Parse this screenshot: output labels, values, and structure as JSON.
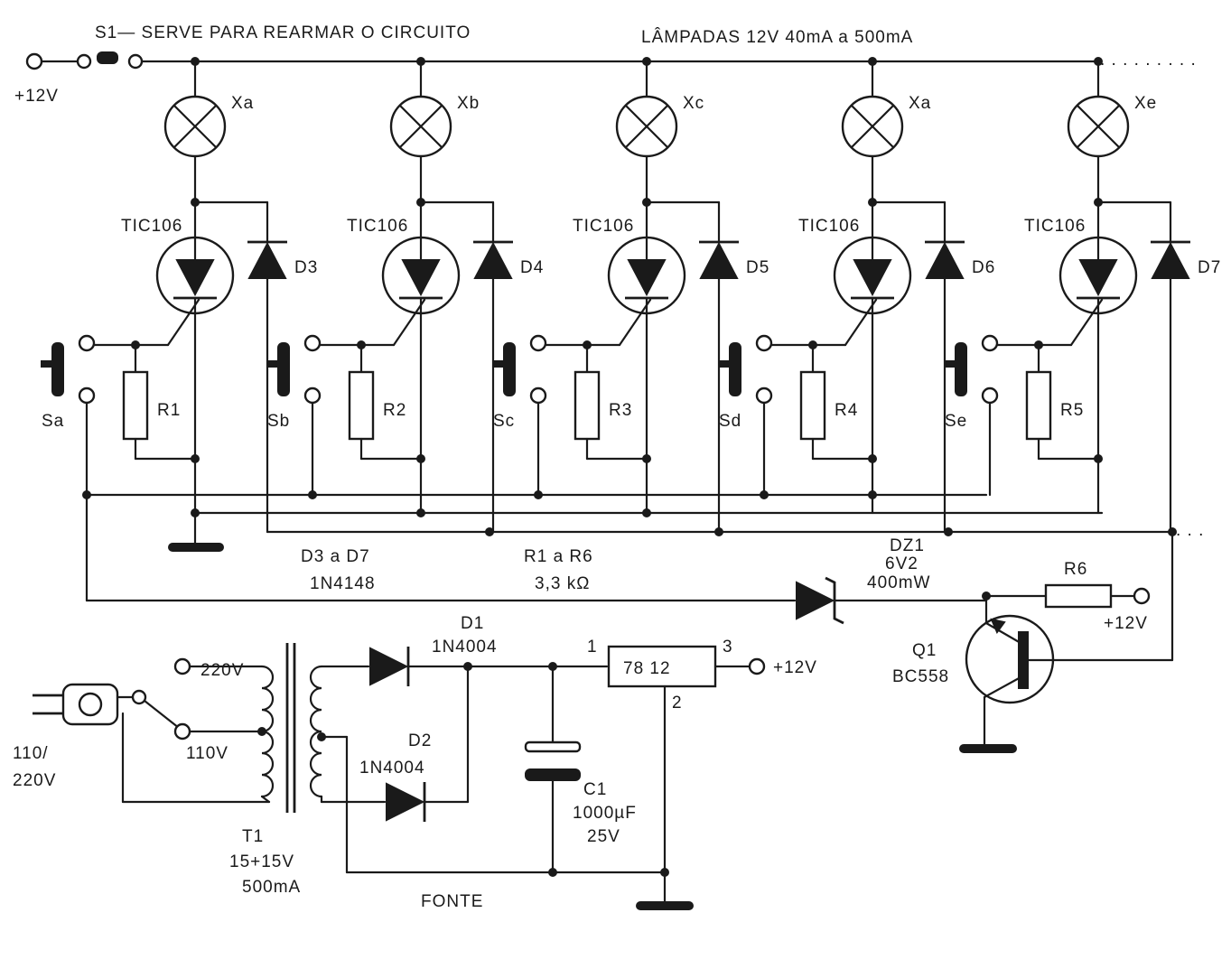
{
  "header": {
    "note": "S1— SERVE PARA REARMAR O CIRCUITO",
    "lamp_spec": "LÂMPADAS 12V   40mA a 500mA"
  },
  "supply_in": "+12V",
  "channels": [
    {
      "lamp": "Xa",
      "scr": "TIC106",
      "diode": "D3",
      "switch": "Sa",
      "resistor": "R1"
    },
    {
      "lamp": "Xb",
      "scr": "TIC106",
      "diode": "D4",
      "switch": "Sb",
      "resistor": "R2"
    },
    {
      "lamp": "Xc",
      "scr": "TIC106",
      "diode": "D5",
      "switch": "Sc",
      "resistor": "R3"
    },
    {
      "lamp": "Xa",
      "scr": "TIC106",
      "diode": "D6",
      "switch": "Sd",
      "resistor": "R4"
    },
    {
      "lamp": "Xe",
      "scr": "TIC106",
      "diode": "D7",
      "switch": "Se",
      "resistor": "R5"
    }
  ],
  "parts_notes": {
    "diodes_range": "D3 a D7",
    "diodes_type": "1N4148",
    "resistors_range": "R1 a R6",
    "resistors_value": "3,3 kΩ"
  },
  "zener": {
    "ref": "DZ1",
    "voltage": "6V2",
    "power": "400mW"
  },
  "r6": {
    "ref": "R6",
    "supply": "+12V"
  },
  "transistor": {
    "ref": "Q1",
    "type": "BC558"
  },
  "power_supply": {
    "mains_plug": [
      "110/",
      "220V"
    ],
    "tap_220": "220V",
    "tap_110": "110V",
    "transformer": {
      "ref": "T1",
      "rating": "15+15V",
      "current": "500mA"
    },
    "d1": {
      "ref": "D1",
      "type": "1N4004"
    },
    "d2": {
      "ref": "D2",
      "type": "1N4004"
    },
    "regulator": {
      "label": "78 12",
      "pin_in": "1",
      "pin_out": "3",
      "pin_gnd": "2",
      "out": "+12V"
    },
    "c1": {
      "ref": "C1",
      "value": "1000µF",
      "voltage": "25V"
    },
    "title": "FONTE"
  }
}
